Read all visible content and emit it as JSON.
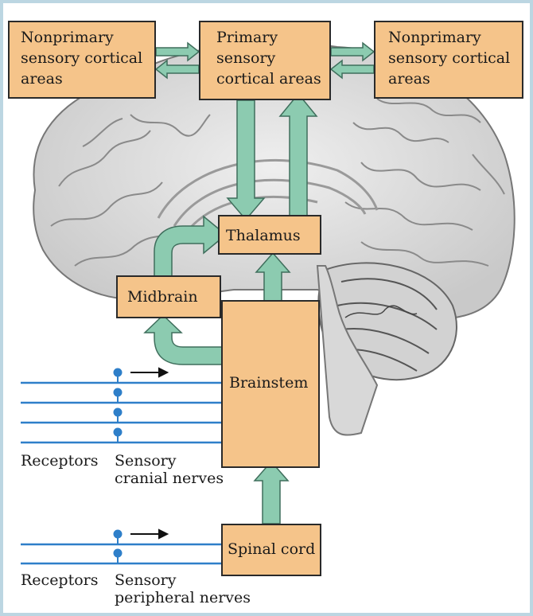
{
  "boxes": {
    "left_cortical": [
      "Nonprimary",
      "sensory cortical",
      "areas"
    ],
    "primary_cortical": [
      "Primary",
      "sensory",
      "cortical areas"
    ],
    "right_cortical": [
      "Nonprimary",
      "sensory cortical",
      "areas"
    ],
    "thalamus": "Thalamus",
    "midbrain": "Midbrain",
    "brainstem": "Brainstem",
    "spinal_cord": "Spinal cord"
  },
  "labels": {
    "receptors_top": "Receptors",
    "nerves_top": [
      "Sensory",
      "cranial nerves"
    ],
    "receptors_bottom": "Receptors",
    "nerves_bottom": [
      "Sensory",
      "peripheral nerves"
    ]
  },
  "colors": {
    "box_fill": "#f5c48a",
    "arrow_fill": "#8ccbb0",
    "nerve_line": "#2e7fc9",
    "brain_fill": "#dcdcdc"
  }
}
